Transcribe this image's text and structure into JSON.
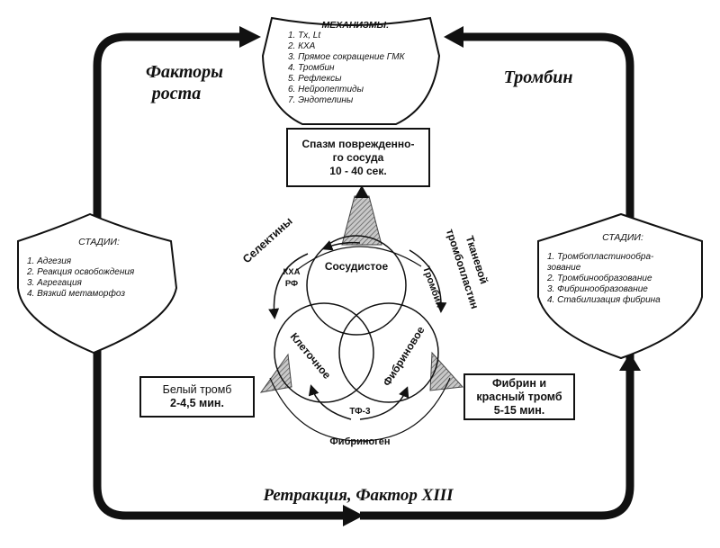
{
  "mechanisms": {
    "title": "МЕХАНИЗМЫ:",
    "items": [
      "1. Tx, Lt",
      "2. КХА",
      "3.  Прямое сокращение ГМК",
      "4. Тромбин",
      "5. Рефлексы",
      "6. Нейропептиды",
      "7. Эндотелины"
    ]
  },
  "spasm": {
    "line1": "Спазм поврежденно-",
    "line2": "го сосуда",
    "line3": "10 - 40 сек."
  },
  "left_label": {
    "line1": "Факторы",
    "line2": "роста"
  },
  "right_label": "Тромбин",
  "bottom_label": "Ретракция,  Фактор XIII",
  "left_stages": {
    "title": "СТАДИИ:",
    "items": [
      "1. Адгезия",
      "2. Реакция освобождения",
      "3. Агрегация",
      "4. Вязкий метаморфоз"
    ]
  },
  "right_stages": {
    "title": "СТАДИИ:",
    "items": [
      "1. Тромбопластинообра-",
      "зование",
      "2. Тромбинообразование",
      "3. Фибринообразование",
      "4. Стабилизация фибрина"
    ]
  },
  "circles": {
    "vascular": "Сосудистое",
    "cellular": "Клеточное",
    "fibrin": "Фибриновое"
  },
  "arc_labels": {
    "selectins": "Селектины",
    "kha": "КХА",
    "rf": "РФ",
    "thrombin": "Тромбин",
    "tissue1": "Тканевой",
    "tissue2": "тромбопластин",
    "tf3": "ТФ-3",
    "fibrinogen": "Фибриноген"
  },
  "white_thrombus": {
    "line1": "Белый тромб",
    "line2": "2-4,5 мин."
  },
  "red_thrombus": {
    "line1": "Фибрин и",
    "line2": "красный тромб",
    "line3": "5-15 мин."
  }
}
